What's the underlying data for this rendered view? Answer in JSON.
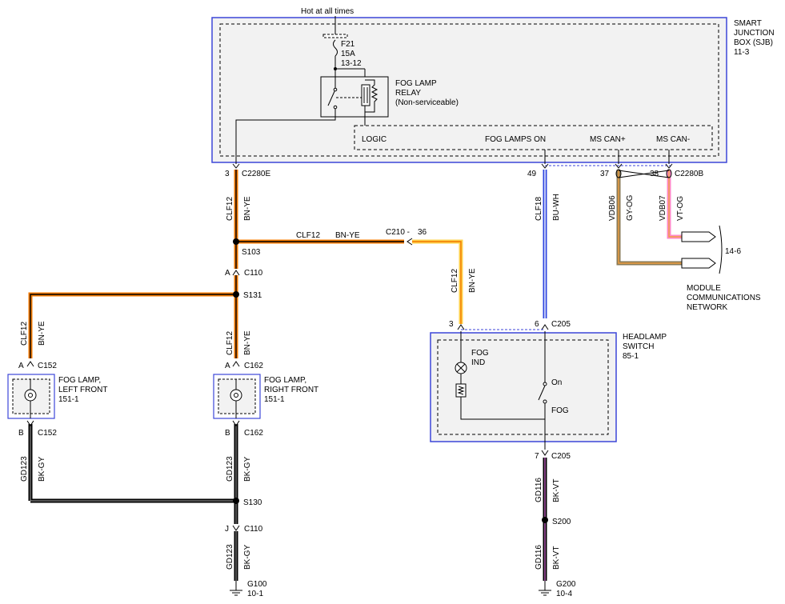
{
  "power": {
    "label": "Hot at all times"
  },
  "sjb": {
    "title": [
      "SMART",
      "JUNCTION",
      "BOX (SJB)",
      "11-3"
    ],
    "fuse": {
      "name": "F21",
      "rating": "15A",
      "ref": "13-12"
    },
    "relay": {
      "label": [
        "FOG LAMP",
        "RELAY",
        "(Non-serviceable)"
      ]
    },
    "module": {
      "logic": "LOGIC",
      "fog_on": "FOG LAMPS ON",
      "can_plus": "MS CAN+",
      "can_minus": "MS CAN-"
    }
  },
  "connectors": {
    "c2280e": {
      "pin": "3",
      "name": "C2280E"
    },
    "c2280b": {
      "pin49": "49",
      "pin37": "37",
      "pin38": "38",
      "name": "C2280B"
    },
    "c210": {
      "name": "C210 -",
      "pin": "36"
    },
    "c110a": {
      "pin": "A",
      "name": "C110"
    },
    "c152a": {
      "pin": "A",
      "name": "C152"
    },
    "c152b": {
      "pin": "B",
      "name": "C152"
    },
    "c162a": {
      "pin": "A",
      "name": "C162"
    },
    "c162b": {
      "pin": "B",
      "name": "C162"
    },
    "c110j": {
      "pin": "J",
      "name": "C110"
    },
    "c205_3": {
      "pin": "3"
    },
    "c205_6": {
      "pin": "6",
      "name": "C205"
    },
    "c205_7": {
      "pin": "7",
      "name": "C205"
    }
  },
  "splices": {
    "s103": "S103",
    "s131": "S131",
    "s130": "S130",
    "s200": "S200"
  },
  "wires": {
    "clf12": "CLF12",
    "bnye": "BN-YE",
    "clf18": "CLF18",
    "buwh": "BU-WH",
    "vdb06": "VDB06",
    "gyog": "GY-OG",
    "vdb07": "VDB07",
    "vtog": "VT-OG",
    "gd123": "GD123",
    "bkgy": "BK-GY",
    "gd116": "GD116",
    "bkvt": "BK-VT"
  },
  "fog_left": {
    "label": [
      "FOG LAMP,",
      "LEFT FRONT",
      "151-1"
    ]
  },
  "fog_right": {
    "label": [
      "FOG LAMP,",
      "RIGHT FRONT",
      "151-1"
    ]
  },
  "network": {
    "ref": "14-6",
    "label": [
      "MODULE",
      "COMMUNICATIONS",
      "NETWORK"
    ]
  },
  "headlamp": {
    "title": [
      "HEADLAMP",
      "SWITCH",
      "85-1"
    ],
    "ind": [
      "FOG",
      "IND"
    ],
    "on": "On",
    "fog": "FOG"
  },
  "grounds": {
    "g100": {
      "name": "G100",
      "ref": "10-1"
    },
    "g200": {
      "name": "G200",
      "ref": "10-4"
    }
  },
  "colors": {
    "box_border": "#3c46d8",
    "box_fill": "#f2f2f2",
    "wire_orange": "#f07800",
    "wire_yellow": "#ffd24a",
    "wire_blue": "#2f46e0",
    "wire_pink": "#ff88c8",
    "wire_purple": "#7a1f6e"
  }
}
